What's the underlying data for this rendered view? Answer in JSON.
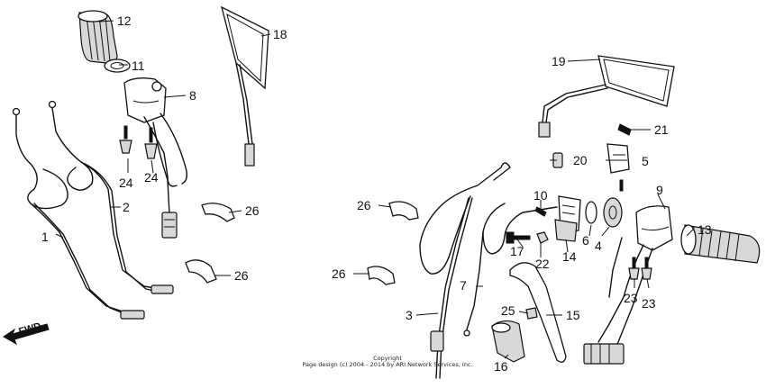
{
  "callouts": [
    {
      "id": "c1",
      "label": "1"
    },
    {
      "id": "c2",
      "label": "2"
    },
    {
      "id": "c3",
      "label": "3"
    },
    {
      "id": "c4",
      "label": "4"
    },
    {
      "id": "c5",
      "label": "5"
    },
    {
      "id": "c6",
      "label": "6"
    },
    {
      "id": "c7",
      "label": "7"
    },
    {
      "id": "c8",
      "label": "8"
    },
    {
      "id": "c9",
      "label": "9"
    },
    {
      "id": "c10",
      "label": "10"
    },
    {
      "id": "c11",
      "label": "11"
    },
    {
      "id": "c12",
      "label": "12"
    },
    {
      "id": "c13",
      "label": "13"
    },
    {
      "id": "c14",
      "label": "14"
    },
    {
      "id": "c15",
      "label": "15"
    },
    {
      "id": "c16",
      "label": "16"
    },
    {
      "id": "c17",
      "label": "17"
    },
    {
      "id": "c18",
      "label": "18"
    },
    {
      "id": "c19",
      "label": "19"
    },
    {
      "id": "c20",
      "label": "20"
    },
    {
      "id": "c21",
      "label": "21"
    },
    {
      "id": "c22",
      "label": "22"
    },
    {
      "id": "c23a",
      "label": "23"
    },
    {
      "id": "c23b",
      "label": "23"
    },
    {
      "id": "c24a",
      "label": "24"
    },
    {
      "id": "c24b",
      "label": "24"
    },
    {
      "id": "c25",
      "label": "25"
    },
    {
      "id": "c26a",
      "label": "26"
    },
    {
      "id": "c26b",
      "label": "26"
    },
    {
      "id": "c26c",
      "label": "26"
    },
    {
      "id": "c26d",
      "label": "26"
    }
  ],
  "direction_label": "FWD",
  "copyright": {
    "line1": "Copyright",
    "line2": "Page design (c) 2004 - 2014 by ARI Network Services, Inc."
  }
}
